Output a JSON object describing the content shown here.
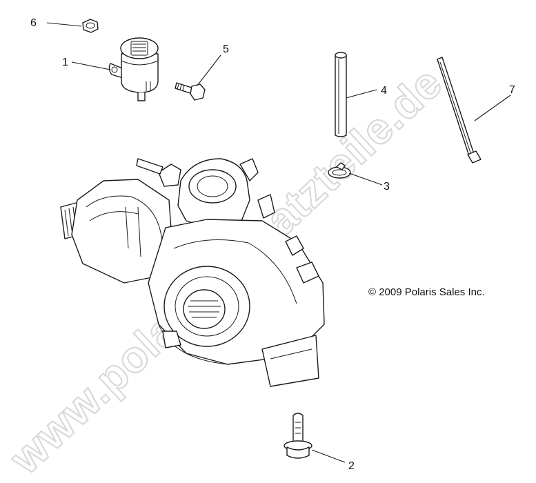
{
  "callouts": {
    "c1": "1",
    "c2": "2",
    "c3": "3",
    "c4": "4",
    "c5": "5",
    "c6": "6",
    "c7": "7"
  },
  "copyright": "© 2009 Polaris Sales Inc.",
  "watermark": "www.polaris-ersatzteile.de"
}
